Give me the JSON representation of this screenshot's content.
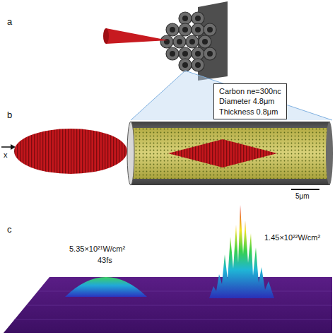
{
  "diagram": {
    "nodes": [
      {
        "text": [
          "Carbon ne=300nc",
          "Diameter 4.8μm",
          "Thickness 0.8μm"
        ]
      }
    ],
    "labels": [
      "a",
      "b",
      "x",
      "5μm",
      "c",
      "5.35×10²¹W/cm²",
      "43fs",
      "1.45×10²²W/cm²"
    ]
  }
}
